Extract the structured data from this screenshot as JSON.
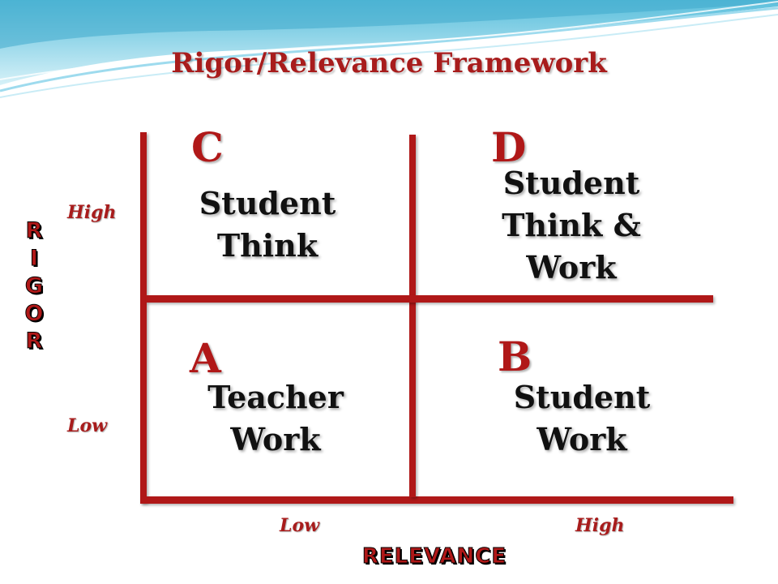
{
  "title": "Rigor/Relevance Framework",
  "quadrants": {
    "c": {
      "letter": "C",
      "lines": [
        "Student",
        "Think"
      ]
    },
    "d": {
      "letter": "D",
      "lines": [
        "Student",
        "Think &",
        "Work"
      ]
    },
    "a": {
      "letter": "A",
      "lines": [
        "Teacher",
        "Work"
      ]
    },
    "b": {
      "letter": "B",
      "lines": [
        "Student",
        "Work"
      ]
    }
  },
  "y_axis": {
    "letters": [
      "R",
      "I",
      "G",
      "O",
      "R"
    ],
    "high": "High",
    "low": "Low"
  },
  "x_axis": {
    "label": "RELEVANCE",
    "low": "Low",
    "high": "High"
  },
  "colors": {
    "accent": "#b01818",
    "title": "#a81c1c",
    "body_text": "#111111",
    "header_teal": "#7fd0e8"
  }
}
